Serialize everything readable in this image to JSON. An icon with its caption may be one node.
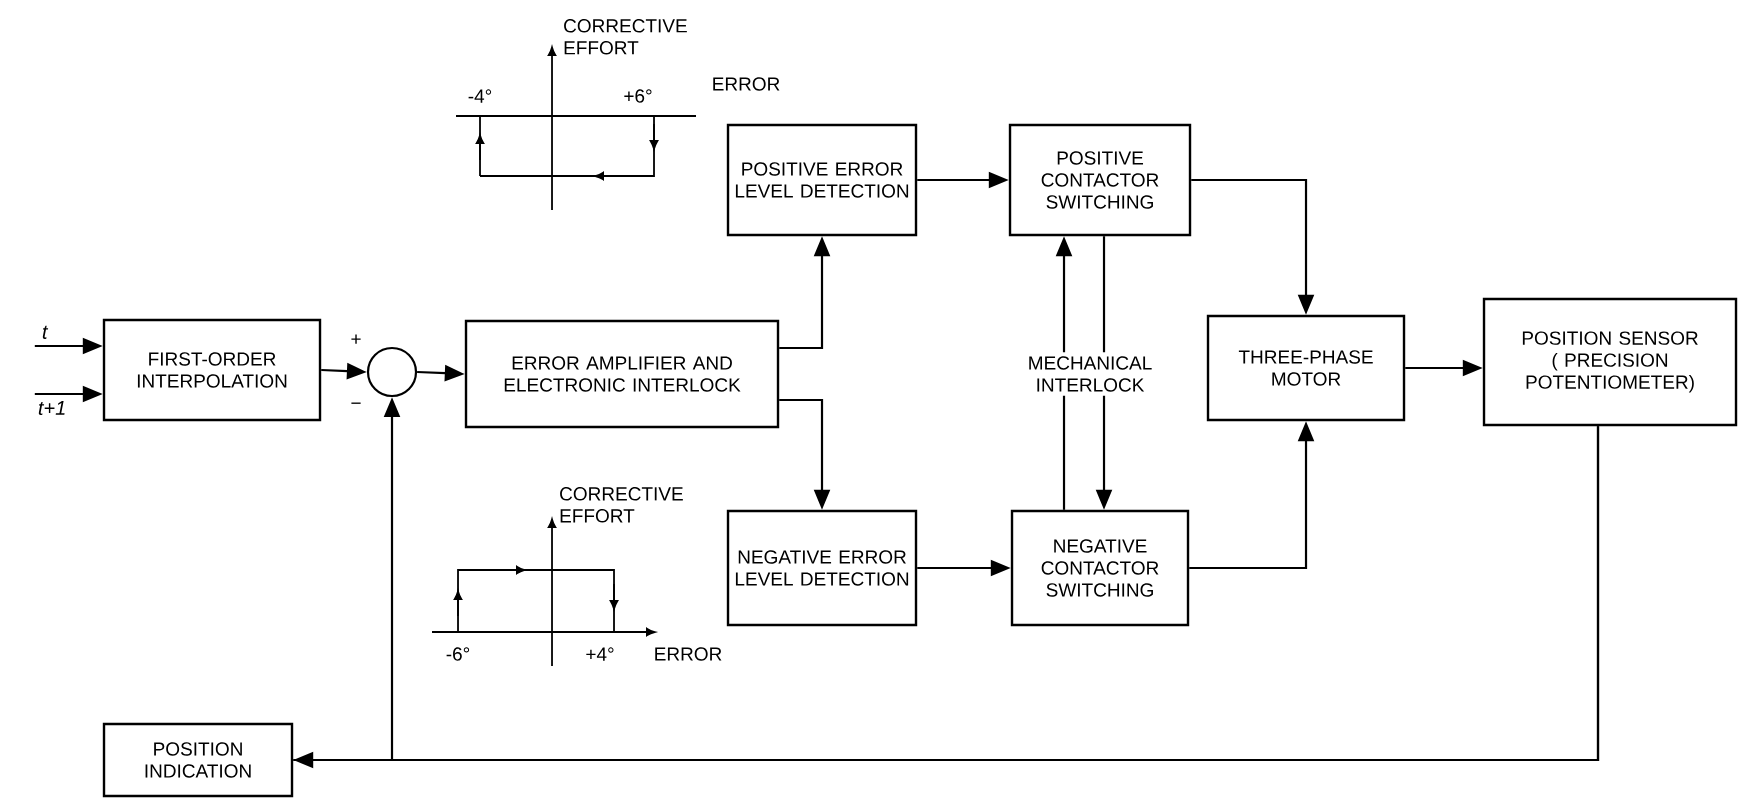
{
  "diagram": {
    "nodes": [
      {
        "text": [
          "FIRST-ORDER INTERPOLATION"
        ]
      },
      {
        "text": [],
        "shape": "circle"
      },
      {
        "text": [
          "ERROR AMPLIFIER AND ELECTRONIC INTERLOCK"
        ]
      },
      {
        "text": [
          "POSITIVE ERROR LEVEL DETECTION"
        ]
      },
      {
        "text": [
          "NEGATIVE ERROR LEVEL DETECTION"
        ]
      },
      {
        "text": [
          "POSITIVE CONTACTOR SWITCHING"
        ]
      },
      {
        "text": [
          "NEGATIVE CONTACTOR SWITCHING"
        ]
      },
      {
        "text": [
          "THREE-PHASE MOTOR"
        ]
      },
      {
        "text": [
          "POSITION SENSOR ( PRECISION POTENTIOMETER)"
        ]
      },
      {
        "text": [
          "POSITION INDICATION"
        ]
      }
    ],
    "edges": [
      {
        "from": null,
        "to": 0,
        "arrow": "to",
        "label": "t"
      },
      {
        "from": null,
        "to": 0,
        "arrow": "to",
        "label": "t+1"
      },
      {
        "from": 0,
        "to": 1,
        "arrow": "to"
      },
      {
        "from": 1,
        "to": 2,
        "arrow": "to"
      },
      {
        "from": 2,
        "to": 3,
        "arrow": "to"
      },
      {
        "from": 2,
        "to": 4,
        "arrow": "to"
      },
      {
        "from": 3,
        "to": 5,
        "arrow": "to"
      },
      {
        "from": 4,
        "to": 6,
        "arrow": "to"
      },
      {
        "from": 5,
        "to": 7,
        "arrow": "to"
      },
      {
        "from": 6,
        "to": 7,
        "arrow": "to"
      },
      {
        "from": 7,
        "to": 8,
        "arrow": "to"
      },
      {
        "from": 6,
        "to": 5,
        "arrow": "to"
      },
      {
        "from": 5,
        "to": 6,
        "arrow": "to"
      },
      {
        "from": 8,
        "to": 9,
        "arrow": "to"
      },
      {
        "from": 8,
        "to": 1,
        "arrow": "to"
      }
    ],
    "labels": [
      "CORRECTIVE EFFORT",
      "ERROR",
      "-4°",
      "+6°",
      "+",
      "−",
      "MECHANICAL INTERLOCK",
      "CORRECTIVE EFFORT",
      "-6°",
      "+4°",
      "ERROR"
    ]
  }
}
